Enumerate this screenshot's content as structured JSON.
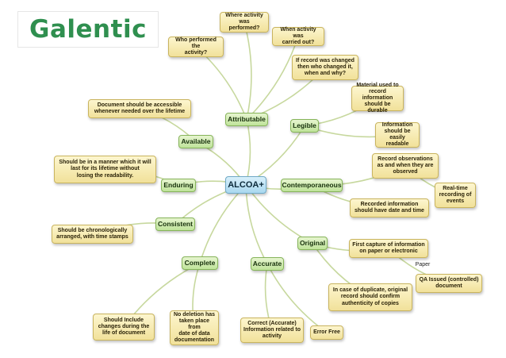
{
  "brand": {
    "logo_text": "Galentic"
  },
  "colors": {
    "connector": "#c7d89e",
    "branch_fill": "#bfe39a",
    "note_fill": "#f1e19a",
    "center_fill": "#a9d8ef",
    "logo_green": "#2f8f4f"
  },
  "diagram": {
    "center": "ALCOA+",
    "branches": {
      "attributable": "Attributable",
      "legible": "Legible",
      "available": "Available",
      "enduring": "Enduring",
      "contemporaneous": "Contemporaneous",
      "consistent": "Consistent",
      "original": "Original",
      "complete": "Complete",
      "accurate": "Accurate"
    },
    "notes": {
      "where": "Where activity\nwas performed?",
      "who": "Who performed the\nactivity?",
      "when": "When activity was\ncarried out?",
      "changed": "If record was changed\nthen who changed it,\nwhen and why?",
      "durable": "Material used to\nrecord information\nshould be durable",
      "readable": "Information\nshould be\neasily readable",
      "accessible": "Document should be accessible\nwhenever needed over the lifetime",
      "enduring_note": "Should be in a manner which it will\nlast for its  lifetime without\nlosing the readability.",
      "record_obs": "Record observations\nas and when they are\nobserved",
      "realtime": "Real-time\nrecording of\nevents",
      "recorded_info": "Recorded information\nshould have date and time",
      "chrono": "Should be chronologically\narranged, with time stamps",
      "first_capture": "First capture of information\non paper or electronic",
      "paper": "Paper",
      "qa_issued": "QA Issued (controlled)\ndocument",
      "duplicate": "In case of duplicate, original\nrecord should confirm\nauthenticity of copies",
      "include_changes": "Should Include\nchanges during the\nlife of document",
      "no_deletion": "No deletion has\ntaken place from\ndate of data\ndocumentation",
      "correct": "Correct (Accurate)\nInformation related to\nactivity",
      "error_free": "Error Free"
    }
  }
}
